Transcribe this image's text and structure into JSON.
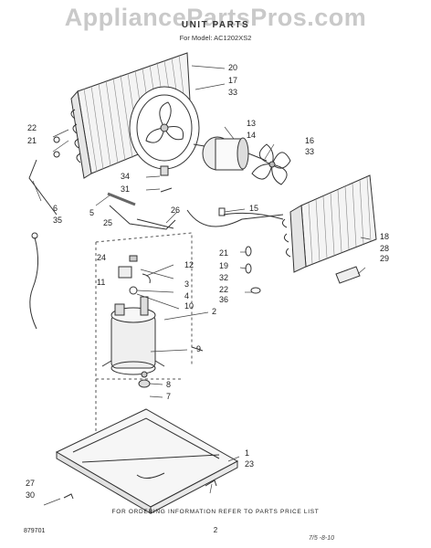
{
  "header": {
    "watermark": "AppliancePartsPros.com",
    "title": "UNIT PARTS",
    "model": "For Model: AC1202XS2"
  },
  "callouts": [
    "20",
    "17",
    "33",
    "13",
    "14",
    "16",
    "33",
    "22",
    "21",
    "34",
    "31",
    "6",
    "35",
    "5",
    "25",
    "26",
    "15",
    "18",
    "28",
    "29",
    "21",
    "19",
    "32",
    "22",
    "36",
    "24",
    "12",
    "11",
    "3",
    "4",
    "10",
    "2",
    "9",
    "8",
    "7",
    "1",
    "23",
    "27",
    "30"
  ],
  "footer": {
    "notice": "FOR ORDERING INFORMATION REFER TO PARTS PRICE LIST",
    "part_number": "879701",
    "page": "2",
    "date": "7/5 -8-10"
  }
}
